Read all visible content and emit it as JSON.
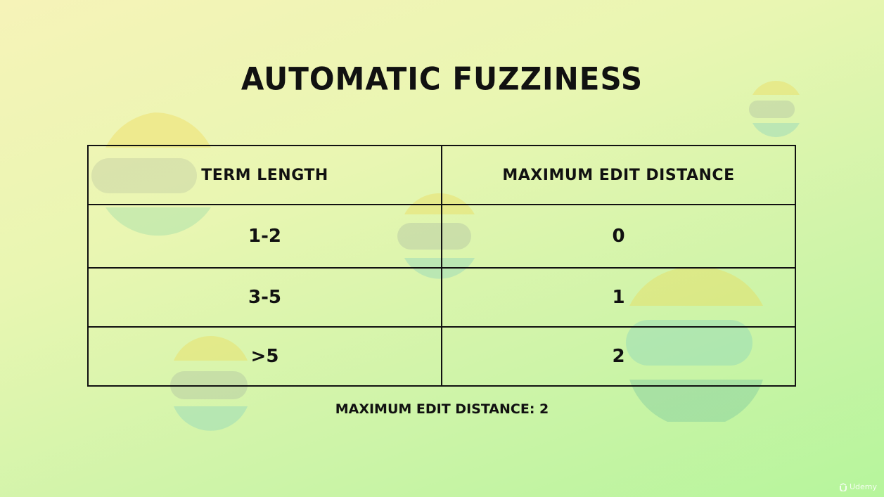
{
  "slide": {
    "title": "AUTOMATIC FUZZINESS",
    "table": {
      "headers": [
        "TERM LENGTH",
        "MAXIMUM EDIT DISTANCE"
      ],
      "rows": [
        [
          "1-2",
          "0"
        ],
        [
          "3-5",
          "1"
        ],
        [
          ">5",
          "2"
        ]
      ]
    },
    "footnote": "MAXIMUM EDIT DISTANCE: 2",
    "watermark": "Udemy"
  },
  "colors": {
    "background_top": "#f6f3b8",
    "background_bottom": "#b6f59c",
    "text": "#111111"
  },
  "icons": [
    "elastic-logo-icon",
    "udemy-logo-icon"
  ]
}
